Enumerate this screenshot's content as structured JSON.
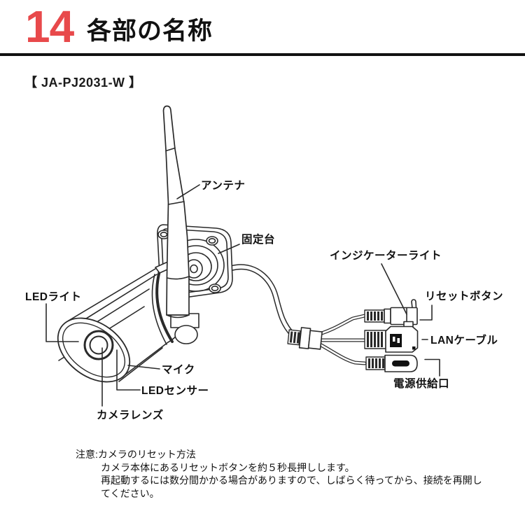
{
  "header": {
    "section_number": "14",
    "section_title": "各部の名称"
  },
  "model_heading": "【 JA-PJ2031-W 】",
  "diagram": {
    "labels": {
      "antenna": "アンテナ",
      "mount_base": "固定台",
      "indicator_light": "インジケーターライト",
      "reset_button": "リセットボタン",
      "lan_cable": "LANケーブル",
      "power_port": "電源供給口",
      "led_light": "LEDライト",
      "microphone": "マイク",
      "led_sensor": "LEDセンサー",
      "camera_lens": "カメラレンズ"
    }
  },
  "note": {
    "lines": [
      "注意:カメラのリセット方法",
      "カメラ本体にあるリセットボタンを約５秒長押しします。",
      "再起動するには数分間かかる場合がありますので、しばらく待ってから、接続を再開し",
      "てください。"
    ]
  },
  "colors": {
    "accent_red": "#e8494b",
    "line_ink": "#2a2a2a",
    "text_ink": "#111111"
  }
}
